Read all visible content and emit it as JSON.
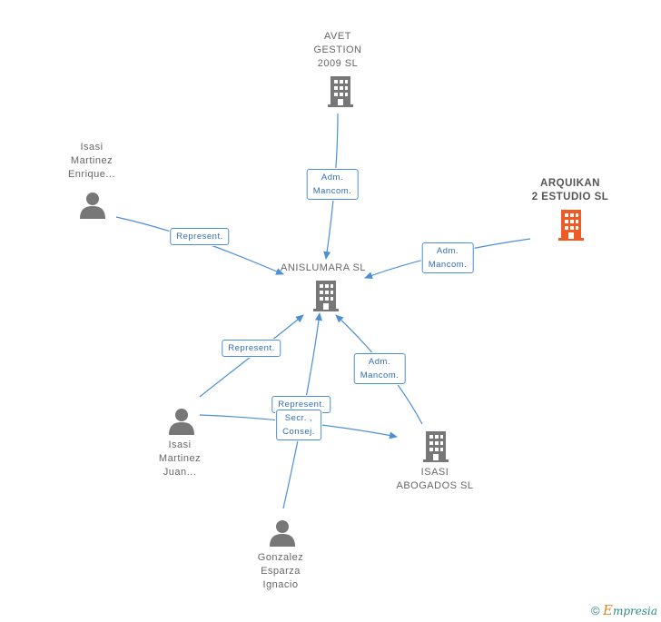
{
  "colors": {
    "edge": "#4a8fd8",
    "node_gray": "#777777",
    "node_highlight": "#f15a24"
  },
  "nodes": {
    "avet": {
      "lines": [
        "AVET",
        "GESTION",
        "2009 SL"
      ],
      "icon": "building-icon"
    },
    "arquikan": {
      "lines": [
        "ARQUIKAN",
        "2 ESTUDIO SL"
      ],
      "icon": "building-icon"
    },
    "isasi_enrique": {
      "lines": [
        "Isasi",
        "Martinez",
        "Enrique..."
      ],
      "icon": "person-icon"
    },
    "anislumara": {
      "lines": [
        "ANISLUMARA SL"
      ],
      "icon": "building-icon"
    },
    "isasi_juan": {
      "lines": [
        "Isasi",
        "Martinez",
        "Juan..."
      ],
      "icon": "person-icon"
    },
    "isasi_abogados": {
      "lines": [
        "ISASI",
        "ABOGADOS SL"
      ],
      "icon": "building-icon"
    },
    "gonzalez": {
      "lines": [
        "Gonzalez",
        "Esparza",
        "Ignacio"
      ],
      "icon": "person-icon"
    }
  },
  "edges": {
    "avet_anis": [
      "Adm.",
      "Mancom."
    ],
    "arq_anis": [
      "Adm.",
      "Mancom."
    ],
    "enr_anis": [
      "Represent."
    ],
    "juan_anis": [
      "Represent."
    ],
    "gon_anis": [
      "Represent."
    ],
    "abog_anis": [
      "Adm.",
      "Mancom."
    ],
    "juan_abog": [
      "Secr. ,",
      "Consej."
    ]
  },
  "footer": {
    "copyright": "©",
    "brand_e": "E",
    "brand_rest": "mpresia"
  }
}
